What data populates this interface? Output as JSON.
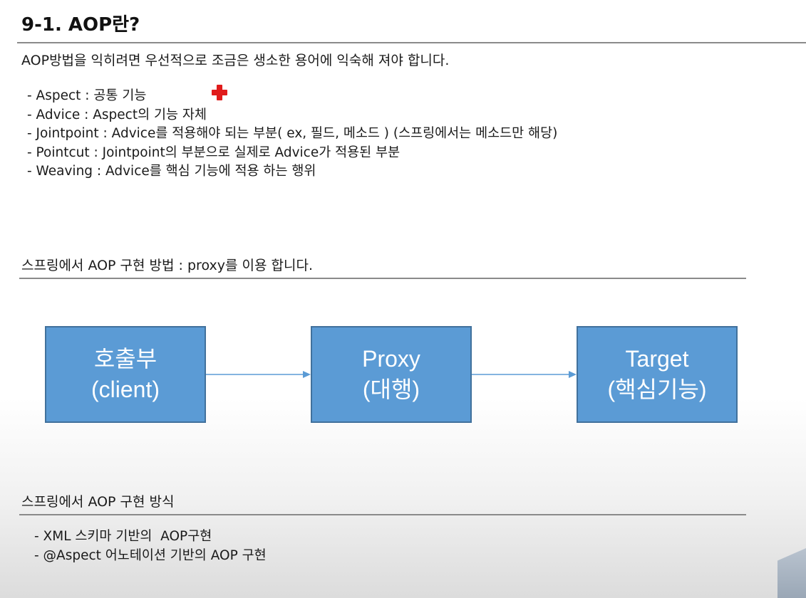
{
  "slide": {
    "title": "9-1. AOP란?",
    "intro": "AOP방법을 익히려면 우선적으로 조금은 생소한 용어에 익숙해 져야 합니다.",
    "terms": [
      "- Aspect : 공통 기능",
      "- Advice : Aspect의 기능 자체",
      "- Jointpoint : Advice를 적용해야 되는 부분( ex, 필드, 메소드 ) (스프링에서는 메소드만 해당)",
      "- Pointcut : Jointpoint의 부분으로 실제로 Advice가 적용된 부분",
      "- Weaving : Advice를 핵심 기능에 적용 하는 행위"
    ],
    "decoration_icon": "red-cross-icon",
    "proxy_section": {
      "heading": "스프링에서 AOP 구현 방법 : proxy를 이용 합니다.",
      "flow": [
        {
          "line1": "호출부",
          "line2": "(client)"
        },
        {
          "line1": "Proxy",
          "line2": "(대행)"
        },
        {
          "line1": "Target",
          "line2": "(핵심기능)"
        }
      ]
    },
    "methods_section": {
      "heading": "스프링에서 AOP 구현 방식",
      "items": [
        "- XML 스키마 기반의  AOP구현",
        "- @Aspect 어노테이션 기반의 AOP 구현"
      ]
    }
  },
  "colors": {
    "box_fill": "#5b9bd5",
    "box_border": "#41719c",
    "arrow": "#5b9bd5",
    "cross": "#e01b1b",
    "rule": "#8a8a8a"
  }
}
